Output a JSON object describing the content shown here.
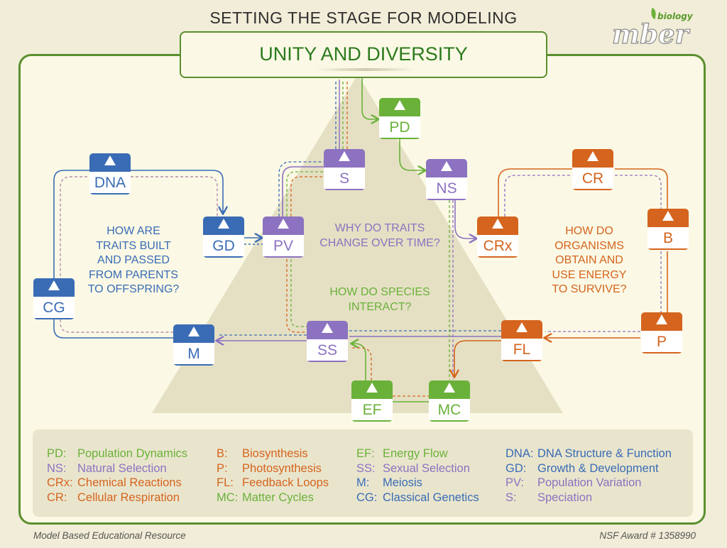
{
  "title": "SETTING THE STAGE FOR MODELING",
  "logo": {
    "main": "mber",
    "sub": "biology"
  },
  "central": "UNITY AND DIVERSITY",
  "colors": {
    "green": "#6ab13a",
    "blue": "#3a6cb5",
    "purple": "#8c72c0",
    "orange": "#d5641e",
    "frame": "#5a8f2f"
  },
  "nodes": {
    "PD": "PD",
    "NS": "NS",
    "S": "S",
    "PV": "PV",
    "GD": "GD",
    "DNA": "DNA",
    "CG": "CG",
    "M": "M",
    "SS": "SS",
    "EF": "EF",
    "MC": "MC",
    "FL": "FL",
    "P": "P",
    "B": "B",
    "CR": "CR",
    "CRx": "CRx"
  },
  "questions": {
    "traits": [
      "HOW ARE",
      "TRAITS BUILT",
      "AND PASSED",
      "FROM PARENTS",
      "TO OFFSPRING?"
    ],
    "change": [
      "WHY DO TRAITS",
      "CHANGE OVER TIME?"
    ],
    "interact": [
      "HOW DO SPECIES",
      "INTERACT?"
    ],
    "energy": [
      "HOW DO",
      "ORGANISMS",
      "OBTAIN AND",
      "USE ENERGY",
      "TO SURVIVE?"
    ]
  },
  "legend": [
    [
      {
        "abbr": "PD:",
        "name": "Population Dynamics",
        "color": "green"
      },
      {
        "abbr": "NS:",
        "name": "Natural Selection",
        "color": "purple"
      },
      {
        "abbr": "CRx:",
        "name": "Chemical Reactions",
        "color": "orange"
      },
      {
        "abbr": "CR:",
        "name": "Cellular Respiration",
        "color": "orange"
      }
    ],
    [
      {
        "abbr": "B:",
        "name": "Biosynthesis",
        "color": "orange"
      },
      {
        "abbr": "P:",
        "name": "Photosynthesis",
        "color": "orange"
      },
      {
        "abbr": "FL:",
        "name": "Feedback Loops",
        "color": "orange"
      },
      {
        "abbr": "MC:",
        "name": "Matter Cycles",
        "color": "green"
      }
    ],
    [
      {
        "abbr": "EF:",
        "name": "Energy Flow",
        "color": "green"
      },
      {
        "abbr": "SS:",
        "name": "Sexual Selection",
        "color": "purple"
      },
      {
        "abbr": "M:",
        "name": "Meiosis",
        "color": "blue"
      },
      {
        "abbr": "CG:",
        "name": "Classical Genetics",
        "color": "blue"
      }
    ],
    [
      {
        "abbr": "DNA:",
        "name": "DNA Structure & Function",
        "color": "blue"
      },
      {
        "abbr": "GD:",
        "name": "Growth & Development",
        "color": "blue"
      },
      {
        "abbr": "PV:",
        "name": "Population Variation",
        "color": "purple"
      },
      {
        "abbr": "S:",
        "name": "Speciation",
        "color": "purple"
      }
    ]
  ],
  "footer": {
    "left": "Model Based Educational Resource",
    "right": "NSF Award # 1358990"
  }
}
